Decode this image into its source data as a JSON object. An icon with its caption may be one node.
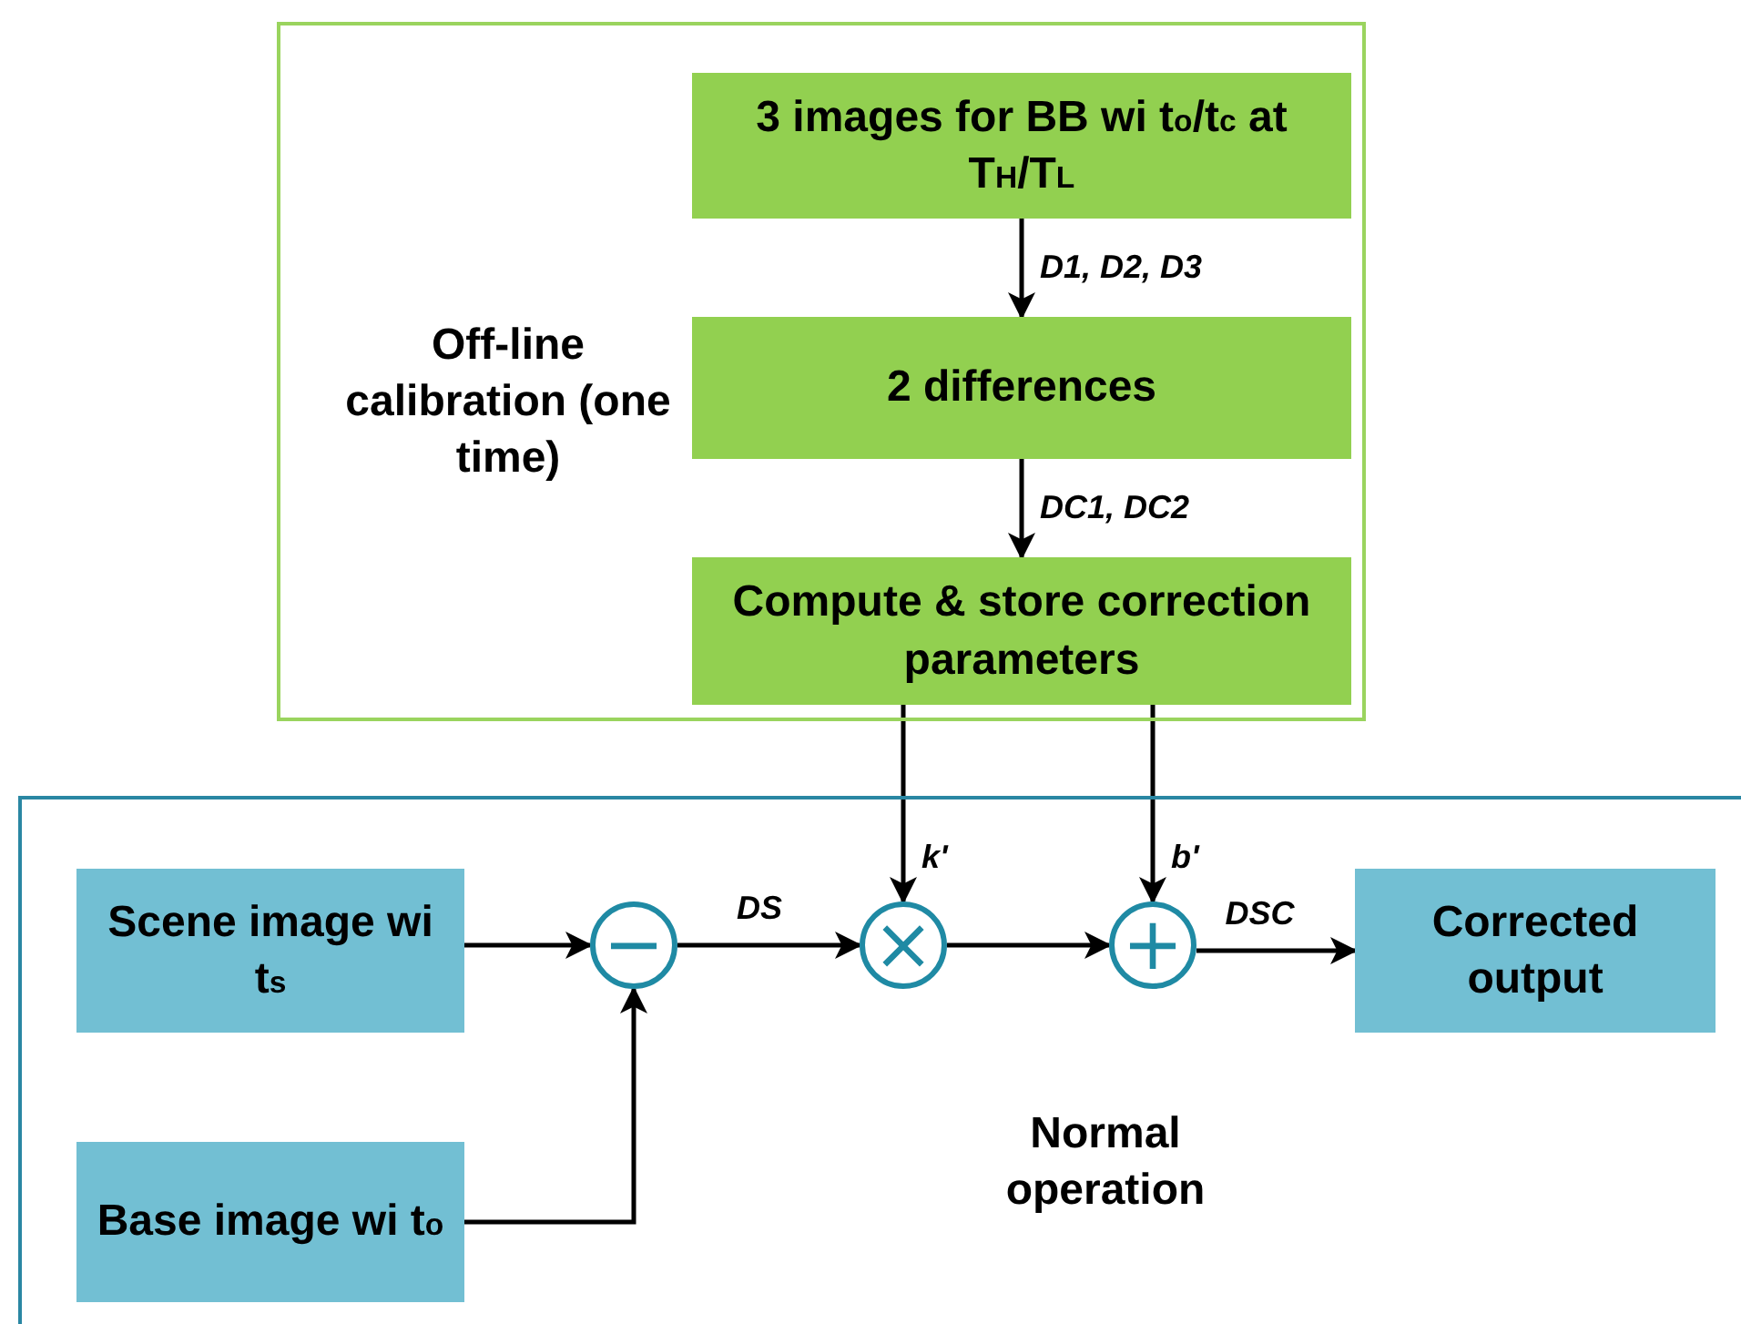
{
  "diagram": {
    "nodes": [
      {
        "text": [
          "Off-line calibration (one time)"
        ]
      },
      {
        "text": [
          "3 images for BB wi t$_{o}$/t$_{c}$ at T$_{H}$/T$_{L}$"
        ],
        "in": 0
      },
      {
        "text": [
          "2 differences"
        ],
        "in": 0
      },
      {
        "text": [
          "Compute & store correction parameters"
        ],
        "in": 0
      },
      {
        "text": [
          "Normal operation"
        ]
      },
      {
        "text": [
          "Scene image wi t$_{s}$"
        ],
        "in": 4
      },
      {
        "text": [
          "Base image wi t$_{o}$"
        ],
        "in": 4
      },
      {
        "text": [
          "−"
        ],
        "in": 4
      },
      {
        "text": [
          "×"
        ],
        "in": 4
      },
      {
        "text": [
          "+"
        ],
        "in": 4
      },
      {
        "text": [
          "Corrected output"
        ],
        "in": 4
      }
    ],
    "edges": [
      {
        "from": 1,
        "to": 2,
        "arrow": "to",
        "label": "D1, D2, D3"
      },
      {
        "from": 2,
        "to": 3,
        "arrow": "to",
        "label": "DC1, DC2"
      },
      {
        "from": 3,
        "to": 8,
        "arrow": "to",
        "label": "k'"
      },
      {
        "from": 3,
        "to": 9,
        "arrow": "to",
        "label": "b'"
      },
      {
        "from": 5,
        "to": 7,
        "arrow": "to"
      },
      {
        "from": 6,
        "to": 7,
        "arrow": "to"
      },
      {
        "from": 7,
        "to": 8,
        "arrow": "to",
        "label": "DS"
      },
      {
        "from": 8,
        "to": 9,
        "arrow": "to"
      },
      {
        "from": 9,
        "to": 10,
        "arrow": "to",
        "label": "DSC"
      }
    ]
  }
}
